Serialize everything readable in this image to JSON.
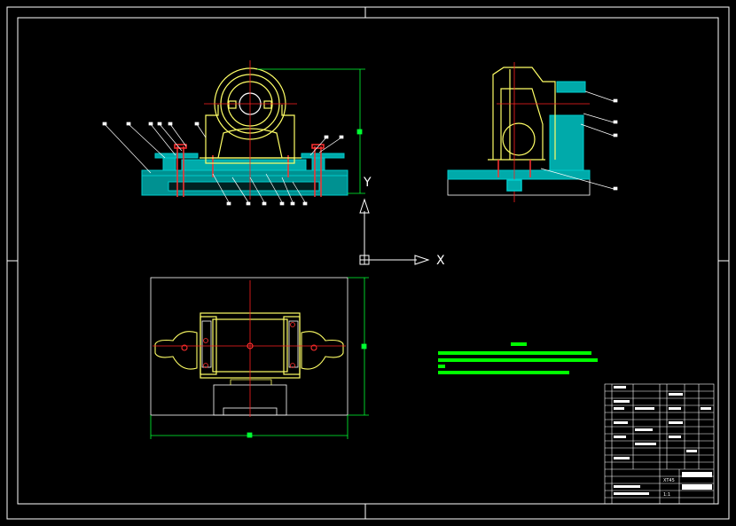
{
  "drawing": {
    "colors": {
      "background": "#000000",
      "frame": "#ffffff",
      "part": "#ffff66",
      "fixture": "#00cccc",
      "centerline": "#ff2020",
      "dimension": "#00ff33",
      "bolt": "#ff3030",
      "note": "#00ff00"
    },
    "ucs": {
      "x_label": "X",
      "y_label": "Y"
    },
    "views": {
      "front": "front-view",
      "side": "side-view",
      "top": "top-view"
    }
  },
  "title_block": {
    "material_label": "XT45",
    "sheet_label": "1:1"
  }
}
